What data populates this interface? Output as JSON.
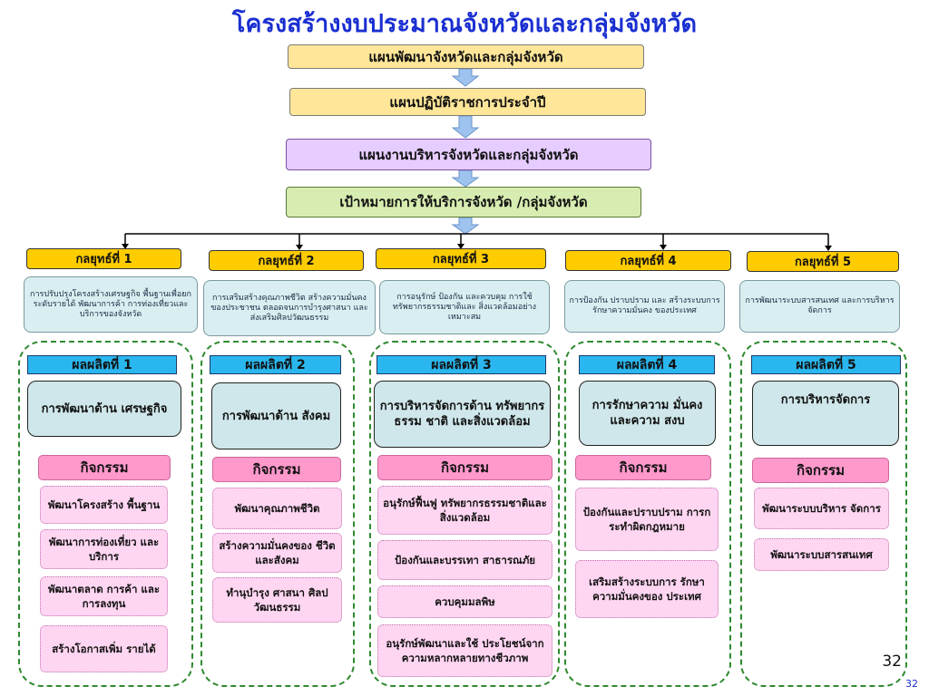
{
  "title": "โครงสร้างงบประมาณจังหวัดและกลุ่มจังหวัด",
  "plans": [
    "แผนพัฒนาจังหวัดและกลุ่มจังหวัด",
    "แผนปฏิบัติราชการประจำปี",
    "แผนงานบริหารจังหวัดและกลุ่มจังหวัด",
    "เป้าหมายการให้บริการจังหวัด /กลุ่มจังหวัด"
  ],
  "strategies": [
    {
      "label": "กลยุทธ์ที่ 1",
      "desc": "การปรับปรุงโครงสร้างเศรษฐกิจ พื้นฐานเพื่อยกระดับรายได้ พัฒนาการค้า การท่องเที่ยวและ บริการของจังหวัด",
      "product": "ผลผลิตที่ 1",
      "product_desc": "การพัฒนาด้าน เศรษฐกิจ",
      "activity_label": "กิจกรรม",
      "activities": [
        "พัฒนาโครงสร้าง พื้นฐาน",
        "พัฒนาการท่องเที่ยว และบริการ",
        "พัฒนาตลาด การค้า และการลงทุน",
        "สร้างโอกาสเพิ่ม รายได้"
      ]
    },
    {
      "label": "กลยุทธ์ที่ 2",
      "desc": "การเสริมสร้างคุณภาพชีวิต สร้างความมั่นคงของประชาชน ตลอดจนการบำรุงศาสนา และ ส่งเสริมศิลปวัฒนธรรม",
      "product": "ผลผลิตที่ 2",
      "product_desc": "การพัฒนาด้าน สังคม",
      "activity_label": "กิจกรรม",
      "activities": [
        "พัฒนาคุณภาพชีวิต",
        "สร้างความมั่นคงของ ชีวิตและสังคม",
        "ทำนุบำรุง ศาสนา ศิลปวัฒนธรรม"
      ]
    },
    {
      "label": "กลยุทธ์ที่ 3",
      "desc": "การอนุรักษ์ ป้องกัน และควบคุม การใช้ทรัพยากรธรรมชาติและ สิ่งแวดล้อมอย่างเหมาะสม",
      "product": "ผลผลิตที่ 3",
      "product_desc": "การบริหารจัดการด้าน ทรัพยากรธรรม ชาติ และสิ่งแวดล้อม",
      "activity_label": "กิจกรรม",
      "activities": [
        "อนุรักษ์ฟื้นฟู ทรัพยากรธรรมชาติและ สิ่งแวดล้อม",
        "ป้องกันและบรรเทา สาธารณภัย",
        "ควบคุมมลพิษ",
        "อนุรักษ์พัฒนาและใช้ ประโยชน์จาก ความหลากหลายทางชีวภาพ"
      ]
    },
    {
      "label": "กลยุทธ์ที่ 4",
      "desc": "การป้องกัน ปราบปราม และ สร้างระบบการรักษาความมั่นคง ของประเทศ",
      "product": "ผลผลิตที่ 4",
      "product_desc": "การรักษาความ มั่นคงและความ สงบ",
      "activity_label": "กิจกรรม",
      "activities": [
        "ป้องกันและปราบปราม การกระทำผิดกฎหมาย",
        "เสริมสร้างระบบการ รักษาความมั่นคงของ ประเทศ"
      ]
    },
    {
      "label": "กลยุทธ์ที่ 5",
      "desc": "การพัฒนาระบบสารสนเทศ และการบริหารจัดการ",
      "product": "ผลผลิตที่ 5",
      "product_desc": "การบริหารจัดการ",
      "activity_label": "กิจกรรม",
      "activities": [
        "พัฒนาระบบบริหาร จัดการ",
        "พัฒนาระบบสารสนเทศ"
      ]
    }
  ],
  "page_number": "32",
  "page_number_small": "32",
  "colors": {
    "title": "#1a2fd1",
    "plan_yellow": "#ffe699",
    "plan_purple": "#e6ccff",
    "plan_green": "#d7ecb0",
    "strategy": "#ffcc00",
    "product": "#2ab7ef",
    "activity_label": "#ff99cc",
    "activity": "#ffd6f2",
    "group_border": "#2f8a2f"
  }
}
